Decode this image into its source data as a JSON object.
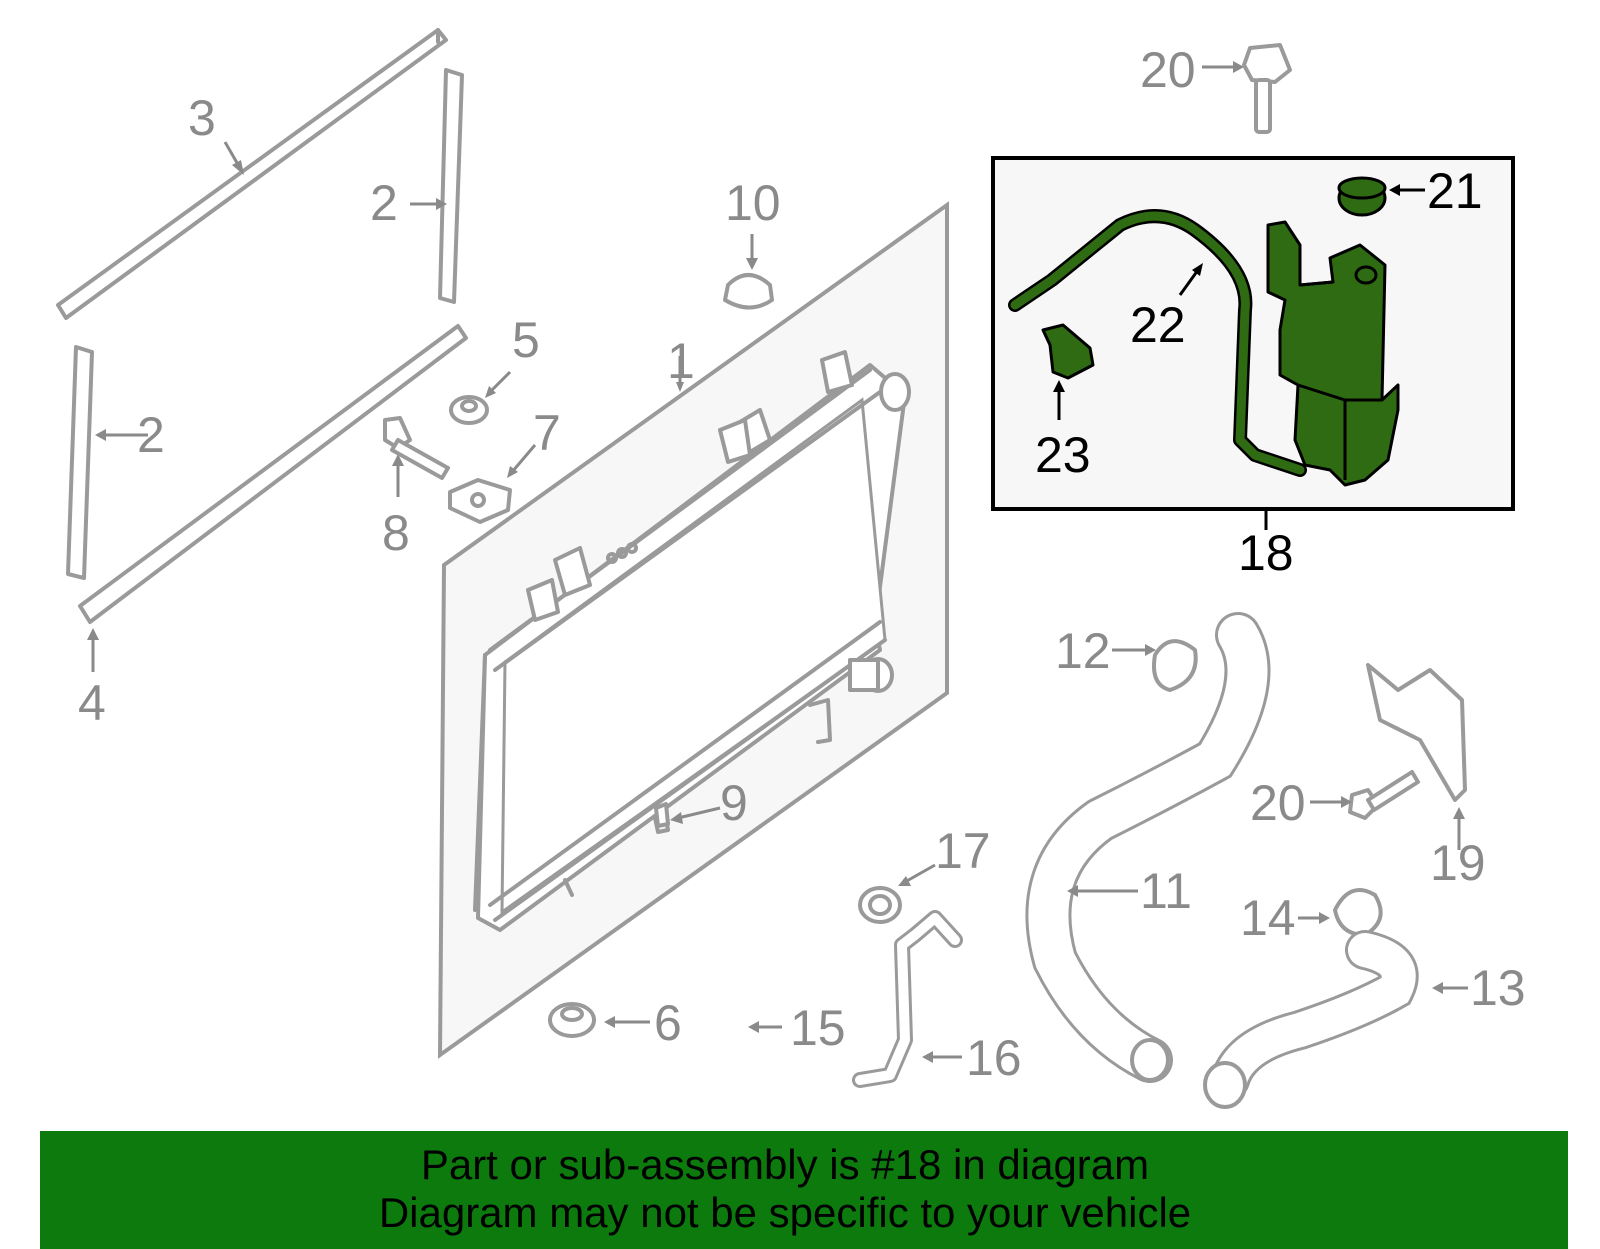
{
  "callouts": {
    "c1": "1",
    "c2a": "2",
    "c2b": "2",
    "c3": "3",
    "c4": "4",
    "c5": "5",
    "c6": "6",
    "c7": "7",
    "c8": "8",
    "c9": "9",
    "c10": "10",
    "c11": "11",
    "c12": "12",
    "c13": "13",
    "c14": "14",
    "c15": "15",
    "c16": "16",
    "c17": "17",
    "c18": "18",
    "c19": "19",
    "c20a": "20",
    "c20b": "20",
    "c21": "21",
    "c22": "22",
    "c23": "23"
  },
  "highlight": {
    "color": "#2e6b12",
    "assembly": "18"
  },
  "footer": {
    "line1": "Part or sub-assembly is #18 in diagram",
    "line2": "Diagram may not be specific to your vehicle",
    "background": "#0d7a0d"
  }
}
